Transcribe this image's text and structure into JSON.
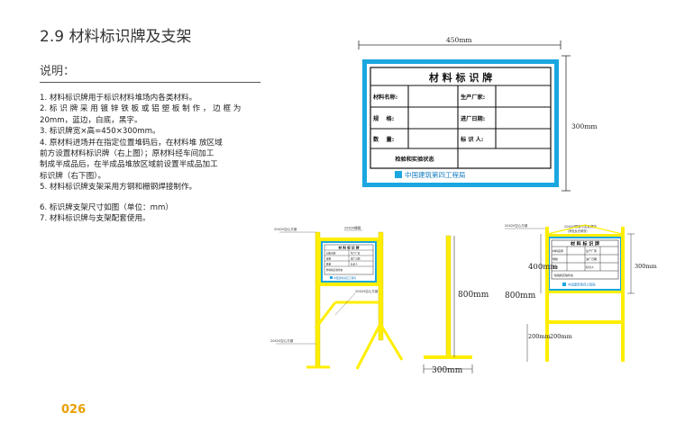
{
  "section": {
    "title": "2.9  材料标识牌及支架",
    "subtitle": "说明："
  },
  "notes": [
    "1. 材料标识牌用于标识材料堆场内各类材料。",
    "2. 标 识 牌 采 用 镀 锌 铁 板 或 铝 塑 板 制 作 ， 边 框 为",
    "    20mm，蓝边，白底，黑字。",
    "3. 标识牌宽×高=450×300mm。",
    "4. 原材料进场并在指定位置堆码后，在材料堆 放区域",
    "    前方设置材料标识牌（右上图）；原材料经车间加工",
    "    制成半成品后，在半成品堆放区域前设置半成品加工",
    "    标识牌（右下图）。",
    "5. 材料标识牌支架采用方钢和栅钢焊接制作。",
    "6. 标识牌支架尺寸如图（单位：mm）",
    "7. 材料标识牌与支架配套使用。"
  ],
  "sign": {
    "title": "材 料 标 识 牌",
    "label_name": "材料名称:",
    "label_maker": "生产厂家:",
    "label_spec": "规　 格:",
    "label_date": "进厂日期:",
    "label_qty": "数　 量:",
    "label_person": "标 识 人:",
    "label_status": "检验和实验状态",
    "company": "中国建筑第四工程局",
    "dim_width": "450mm",
    "dim_height": "300mm"
  },
  "small_sign": {
    "title": "材 料 标 识 牌",
    "label_name": "材料名称",
    "label_maker": "生产厂家",
    "label_spec": "规格",
    "label_date": "进厂日期",
    "label_qty": "数量",
    "label_person": "标识人",
    "label_status": "检验和实验状态",
    "company": "中国建筑第四工程局"
  },
  "drawings": {
    "left": {
      "note_top_left": "20X20空心方钢",
      "note_top_right": "20X20栅钢",
      "note_mid": "20X20空心方钢",
      "note_bottom": "20X20空心方钢"
    },
    "middle": {
      "dim_height": "800mm",
      "dim_width": "300mm"
    },
    "right": {
      "note_top_left": "20X20空心方钢",
      "note_top_right": "20X20栅钢与支架焊接",
      "note_top_right2": "(黄色反光烤漆)",
      "dim_sign_h": "400mm",
      "dim_right": "300mm",
      "dim_leg": "800mm",
      "dim_bottom_left": "200mm",
      "dim_bottom_right": "200mm"
    }
  },
  "colors": {
    "blue": "#1aa7e0",
    "yellow": "#ffee00",
    "page_number": "#e8a000"
  },
  "page_number": "026"
}
